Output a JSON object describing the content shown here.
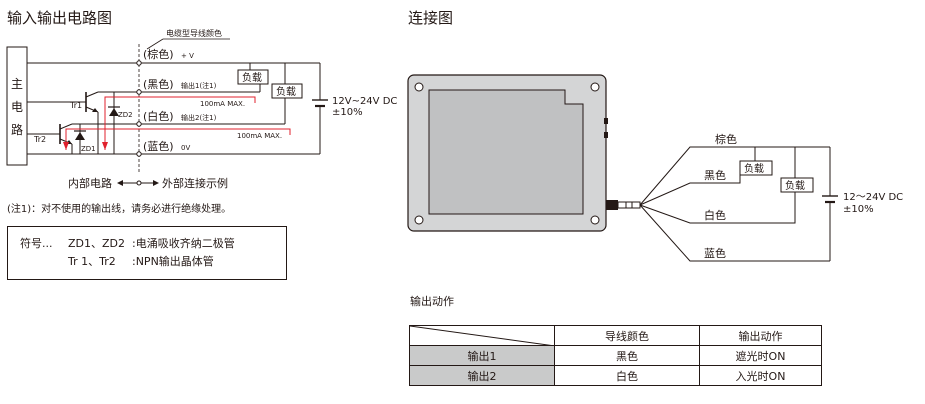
{
  "left": {
    "title": "输入输出电路图",
    "cable_color_note": "电缆型导线颜色",
    "main_circuit_label": [
      "主",
      "电",
      "路"
    ],
    "wires": {
      "brown": "(棕色)",
      "brown_suffix": "+ V",
      "black": "(黑色)",
      "black_suffix": "输出1(注1)",
      "white": "(白色)",
      "white_suffix": "输出2(注1)",
      "blue": "(蓝色)",
      "blue_suffix": "0V"
    },
    "load_label": "负载",
    "current_max": "100mA MAX.",
    "supply_line1": "12V~24V  DC",
    "supply_line2": "±10%",
    "tr1": "Tr1",
    "tr2": "Tr2",
    "zd1": "ZD1",
    "zd2": "ZD2",
    "internal_label": "内部电路",
    "external_label": "外部连接示例",
    "note": "(注1)：对不使用的输出线，请务必进行绝缘处理。",
    "symbols_head": "符号...",
    "symbols_row1_key": "ZD1、ZD2",
    "symbols_row1_val": ":电涌吸收齐纳二极管",
    "symbols_row2_key": "Tr 1、Tr2",
    "symbols_row2_val": ":NPN输出晶体管"
  },
  "right": {
    "title": "连接图",
    "wire_brown": "棕色",
    "wire_black": "黑色",
    "wire_white": "白色",
    "wire_blue": "蓝色",
    "load_label": "负载",
    "supply_line1": "12～24V DC",
    "supply_line2": "±10%"
  },
  "output_table": {
    "title": "输出动作",
    "headers": [
      "",
      "导线颜色",
      "输出动作"
    ],
    "rows": [
      {
        "name": "输出1",
        "color": "黑色",
        "action": "遮光时ON"
      },
      {
        "name": "输出2",
        "color": "白色",
        "action": "入光时ON"
      }
    ]
  },
  "colors": {
    "line": "#231815",
    "red_path": "#e0202c",
    "table_header_bg": "#c9caca",
    "device_body": "#d4d5d6"
  }
}
